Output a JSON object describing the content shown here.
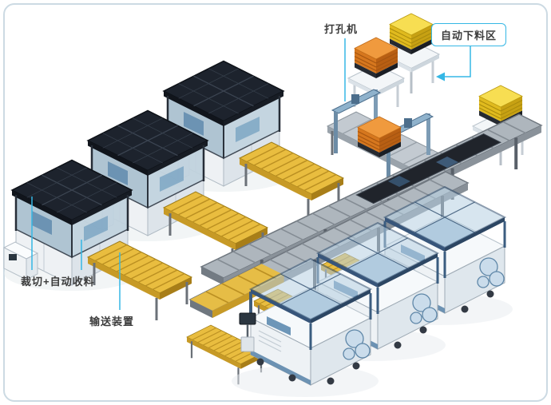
{
  "diagram": {
    "labels": {
      "punching_machine": "打孔机",
      "auto_unloading_area": "自动下料区",
      "cutting_auto_collecting": "裁切+自动收料",
      "conveyor_device": "输送装置"
    },
    "colors": {
      "leader_line": "#35b7e5",
      "label_text": "#3c3c3c",
      "frame_border": "#ccdae3",
      "conveyor_yellow": "#e9bd3f",
      "pallet_orange": "#e88a35",
      "sheet_stack_yellow": "#f3d53a",
      "machine_roof_dark": "#1d232d",
      "glass_blue": "#b7d0e2",
      "roller_conveyor_gray": "#aeb6bd"
    },
    "visible_counts": {
      "cutting_machines": 3,
      "winding_machines": 3,
      "punching_gantries": 2,
      "material_stacks": 4
    }
  }
}
